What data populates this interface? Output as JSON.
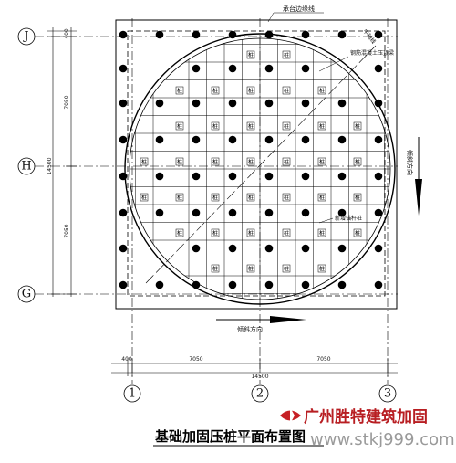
{
  "drawing": {
    "title": "基础加固压桩平面布置图",
    "annotations": {
      "cap_edge": "承台边缘线",
      "center_line": "中轴线",
      "plate": "钢筋混凝土压顶梁",
      "marker": "新增锚杆桩",
      "tilt_right": "倾斜方向",
      "tilt_down": "倾斜方向"
    },
    "axes": {
      "rows": [
        {
          "label": "J"
        },
        {
          "label": "H"
        },
        {
          "label": "G"
        }
      ],
      "cols": [
        {
          "label": "1"
        },
        {
          "label": "2"
        },
        {
          "label": "3"
        }
      ]
    },
    "dimensions": {
      "left": [
        "400",
        "7050",
        "14500",
        "7050"
      ],
      "bottom_row1": [
        "400",
        "7050",
        "7050"
      ],
      "bottom_total": "14500"
    },
    "pile_symbol": "桩"
  },
  "watermark": {
    "company": "广州胜特建筑加固",
    "url": "www.stkj999.com"
  }
}
